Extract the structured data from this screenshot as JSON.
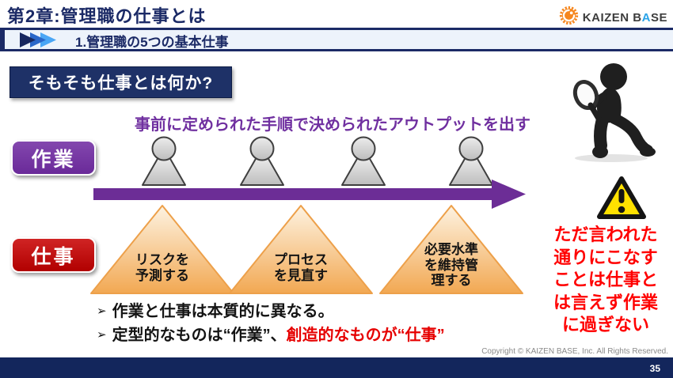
{
  "header": {
    "chapter_title": "第2章:管理職の仕事とは",
    "section_label": "1.管理職の5つの基本仕事",
    "logo": {
      "part1": "KAIZEN B",
      "accent": "A",
      "part2": "SE"
    }
  },
  "content": {
    "question_banner": "そもそも仕事とは何か?",
    "definition_text": "事前に定められた手順で決められたアウトプットを出す",
    "label_sagyou": "作業",
    "label_shigoto": "仕事",
    "triangles": [
      {
        "lines": [
          "リスクを",
          "予測する"
        ]
      },
      {
        "lines": [
          "プロセス",
          "を見直す"
        ]
      },
      {
        "lines": [
          "必要水準",
          "を維持管",
          "理する"
        ]
      }
    ],
    "bullets": [
      {
        "marker": "➢",
        "black": "作業と仕事は本質的に異なる。",
        "red": ""
      },
      {
        "marker": "➢",
        "black": "定型的なものは“作業”、",
        "red": "創造的なものが“仕事”"
      }
    ],
    "callout_lines": [
      "ただ言われた",
      "通りにこなす",
      "ことは仕事と",
      "は言えず作業",
      "に過ぎない"
    ]
  },
  "footer": {
    "copyright": "Copyright ©  KAIZEN BASE, Inc.  All Rights Reserved.",
    "page_number": "35"
  },
  "colors": {
    "navy": "#1b2a66",
    "purple": "#7030a0",
    "red_label": "#c00000",
    "callout_red": "#ff0000",
    "triangle_orange": "#f2a852",
    "logo_orange": "#f6871f",
    "logo_blue": "#29a3e8",
    "warning_yellow": "#ffe100"
  }
}
